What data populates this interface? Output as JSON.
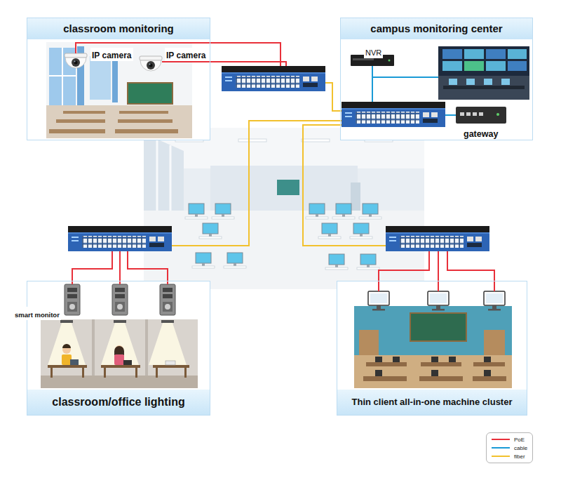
{
  "diagram": {
    "nodes": [
      {
        "text": [
          "classroom monitoring"
        ]
      },
      {
        "text": [
          "IP camera"
        ],
        "in": 0
      },
      {
        "text": [
          "IP camera"
        ],
        "in": 0
      },
      {
        "text": [
          "campus monitoring center"
        ]
      },
      {
        "text": [
          "NVR"
        ],
        "in": 3
      },
      {
        "text": [
          "gateway"
        ],
        "in": 3
      },
      {
        "text": [
          "classroom/office lighting"
        ]
      },
      {
        "text": [
          "smart monitor"
        ],
        "in": 6
      },
      {
        "text": [
          "Thin client all-in-one machine cluster"
        ]
      }
    ],
    "legend": [
      {
        "text": "PoE",
        "color": "#e8303a"
      },
      {
        "text": "cable",
        "color": "#1a9ad6"
      },
      {
        "text": "fiber",
        "color": "#f2c12e"
      }
    ]
  }
}
